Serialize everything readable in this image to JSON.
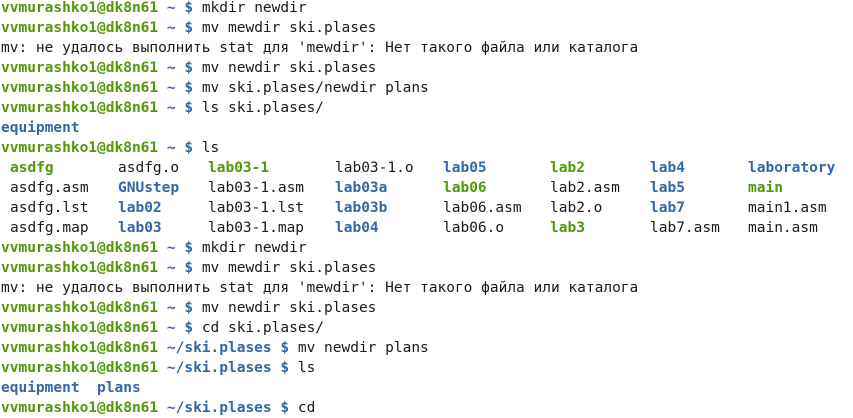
{
  "colors": {
    "prompt_user": "#4e9a06",
    "prompt_path": "#3465a4",
    "directory": "#3465a4",
    "executable": "#4e9a06",
    "text": "#1a1a1a"
  },
  "prompt": {
    "user_host": "vvmurashko1@dk8n61",
    "home": "~",
    "ski": "~/ski.plases",
    "dollar": "$"
  },
  "commands": {
    "c1": "mkdir newdir",
    "c2": "mv mewdir ski.plases",
    "c4": "mv newdir ski.plases",
    "c5": "mv ski.plases/newdir plans",
    "c6": "ls ski.plases/",
    "c8": "ls",
    "c13": "mkdir newdir",
    "c14": "mv mewdir ski.plases",
    "c16": "mv newdir ski.plases",
    "c17": "cd ski.plases/",
    "c18": "mv newdir plans",
    "c19": "ls",
    "c21": "cd"
  },
  "errors": {
    "e3": "mv: не удалось выполнить stat для 'mewdir': Нет такого файла или каталога",
    "e15": "mv: не удалось выполнить stat для 'mewdir': Нет такого файла или каталога"
  },
  "outputs": {
    "o7": "equipment",
    "o20_a": "equipment",
    "o20_b": "plans"
  },
  "ls_listing": {
    "rows": [
      [
        "asdfg",
        "asdfg.o",
        "lab03-1",
        "lab03-1.o",
        "lab05",
        "lab2",
        "lab4",
        "laboratory"
      ],
      [
        "asdfg.asm",
        "GNUstep",
        "lab03-1.asm",
        "lab03a",
        "lab06",
        "lab2.asm",
        "lab5",
        "main"
      ],
      [
        "asdfg.lst",
        "lab02",
        "lab03-1.lst",
        "lab03b",
        "lab06.asm",
        "lab2.o",
        "lab7",
        "main1.asm"
      ],
      [
        "asdfg.map",
        "lab03",
        "lab03-1.map",
        "lab04",
        "lab06.o",
        "lab3",
        "lab7.asm",
        "main.asm"
      ]
    ],
    "types": [
      [
        "exe",
        "file",
        "exe",
        "file",
        "dir",
        "exe",
        "dir",
        "dir"
      ],
      [
        "file",
        "dir",
        "file",
        "dir",
        "exe",
        "file",
        "dir",
        "exe"
      ],
      [
        "file",
        "dir",
        "file",
        "dir",
        "file",
        "file",
        "dir",
        "file"
      ],
      [
        "file",
        "dir",
        "file",
        "dir",
        "file",
        "exe",
        "file",
        "file"
      ]
    ]
  }
}
